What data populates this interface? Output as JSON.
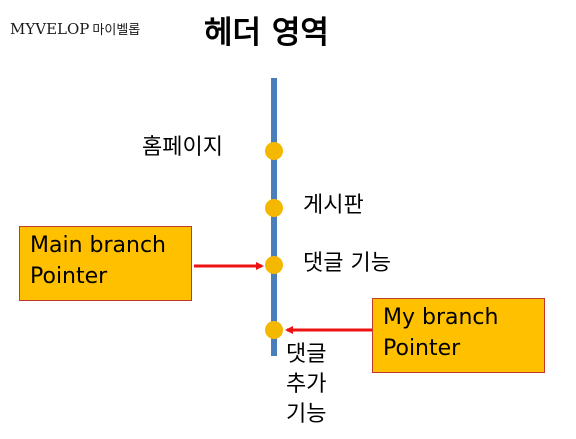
{
  "header": {
    "brand_en": "MYVELOP",
    "brand_ko": "마이벨롭",
    "title": "헤더 영역"
  },
  "colors": {
    "timeline": "#4a7ebb",
    "commit_node": "#f5b800",
    "pointer_fill": "#ffc000",
    "pointer_border": "#c0392b",
    "arrow": "#ee1111"
  },
  "commits": [
    {
      "label": "홈페이지"
    },
    {
      "label": "게시판"
    },
    {
      "label": "댓글 기능"
    },
    {
      "label_lines": [
        "댓글",
        "추가",
        "기능"
      ]
    }
  ],
  "pointers": {
    "main": {
      "lines": [
        "Main branch",
        "Pointer"
      ]
    },
    "mine": {
      "lines": [
        "My branch",
        "Pointer"
      ]
    }
  }
}
